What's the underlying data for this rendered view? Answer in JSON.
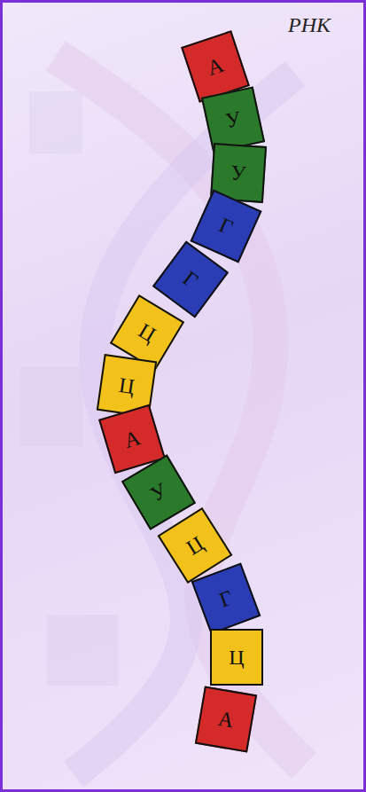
{
  "diagram": {
    "title": "РНК",
    "nodes": [
      {
        "text": [
          "А"
        ]
      },
      {
        "text": [
          "У"
        ]
      },
      {
        "text": [
          "У"
        ]
      },
      {
        "text": [
          "Г"
        ]
      },
      {
        "text": [
          "Г"
        ]
      },
      {
        "text": [
          "Ц"
        ]
      },
      {
        "text": [
          "Ц"
        ]
      },
      {
        "text": [
          "А"
        ]
      },
      {
        "text": [
          "У"
        ]
      },
      {
        "text": [
          "Ц"
        ]
      },
      {
        "text": [
          "Г"
        ]
      },
      {
        "text": [
          "Ц"
        ]
      },
      {
        "text": [
          "А"
        ]
      }
    ]
  }
}
